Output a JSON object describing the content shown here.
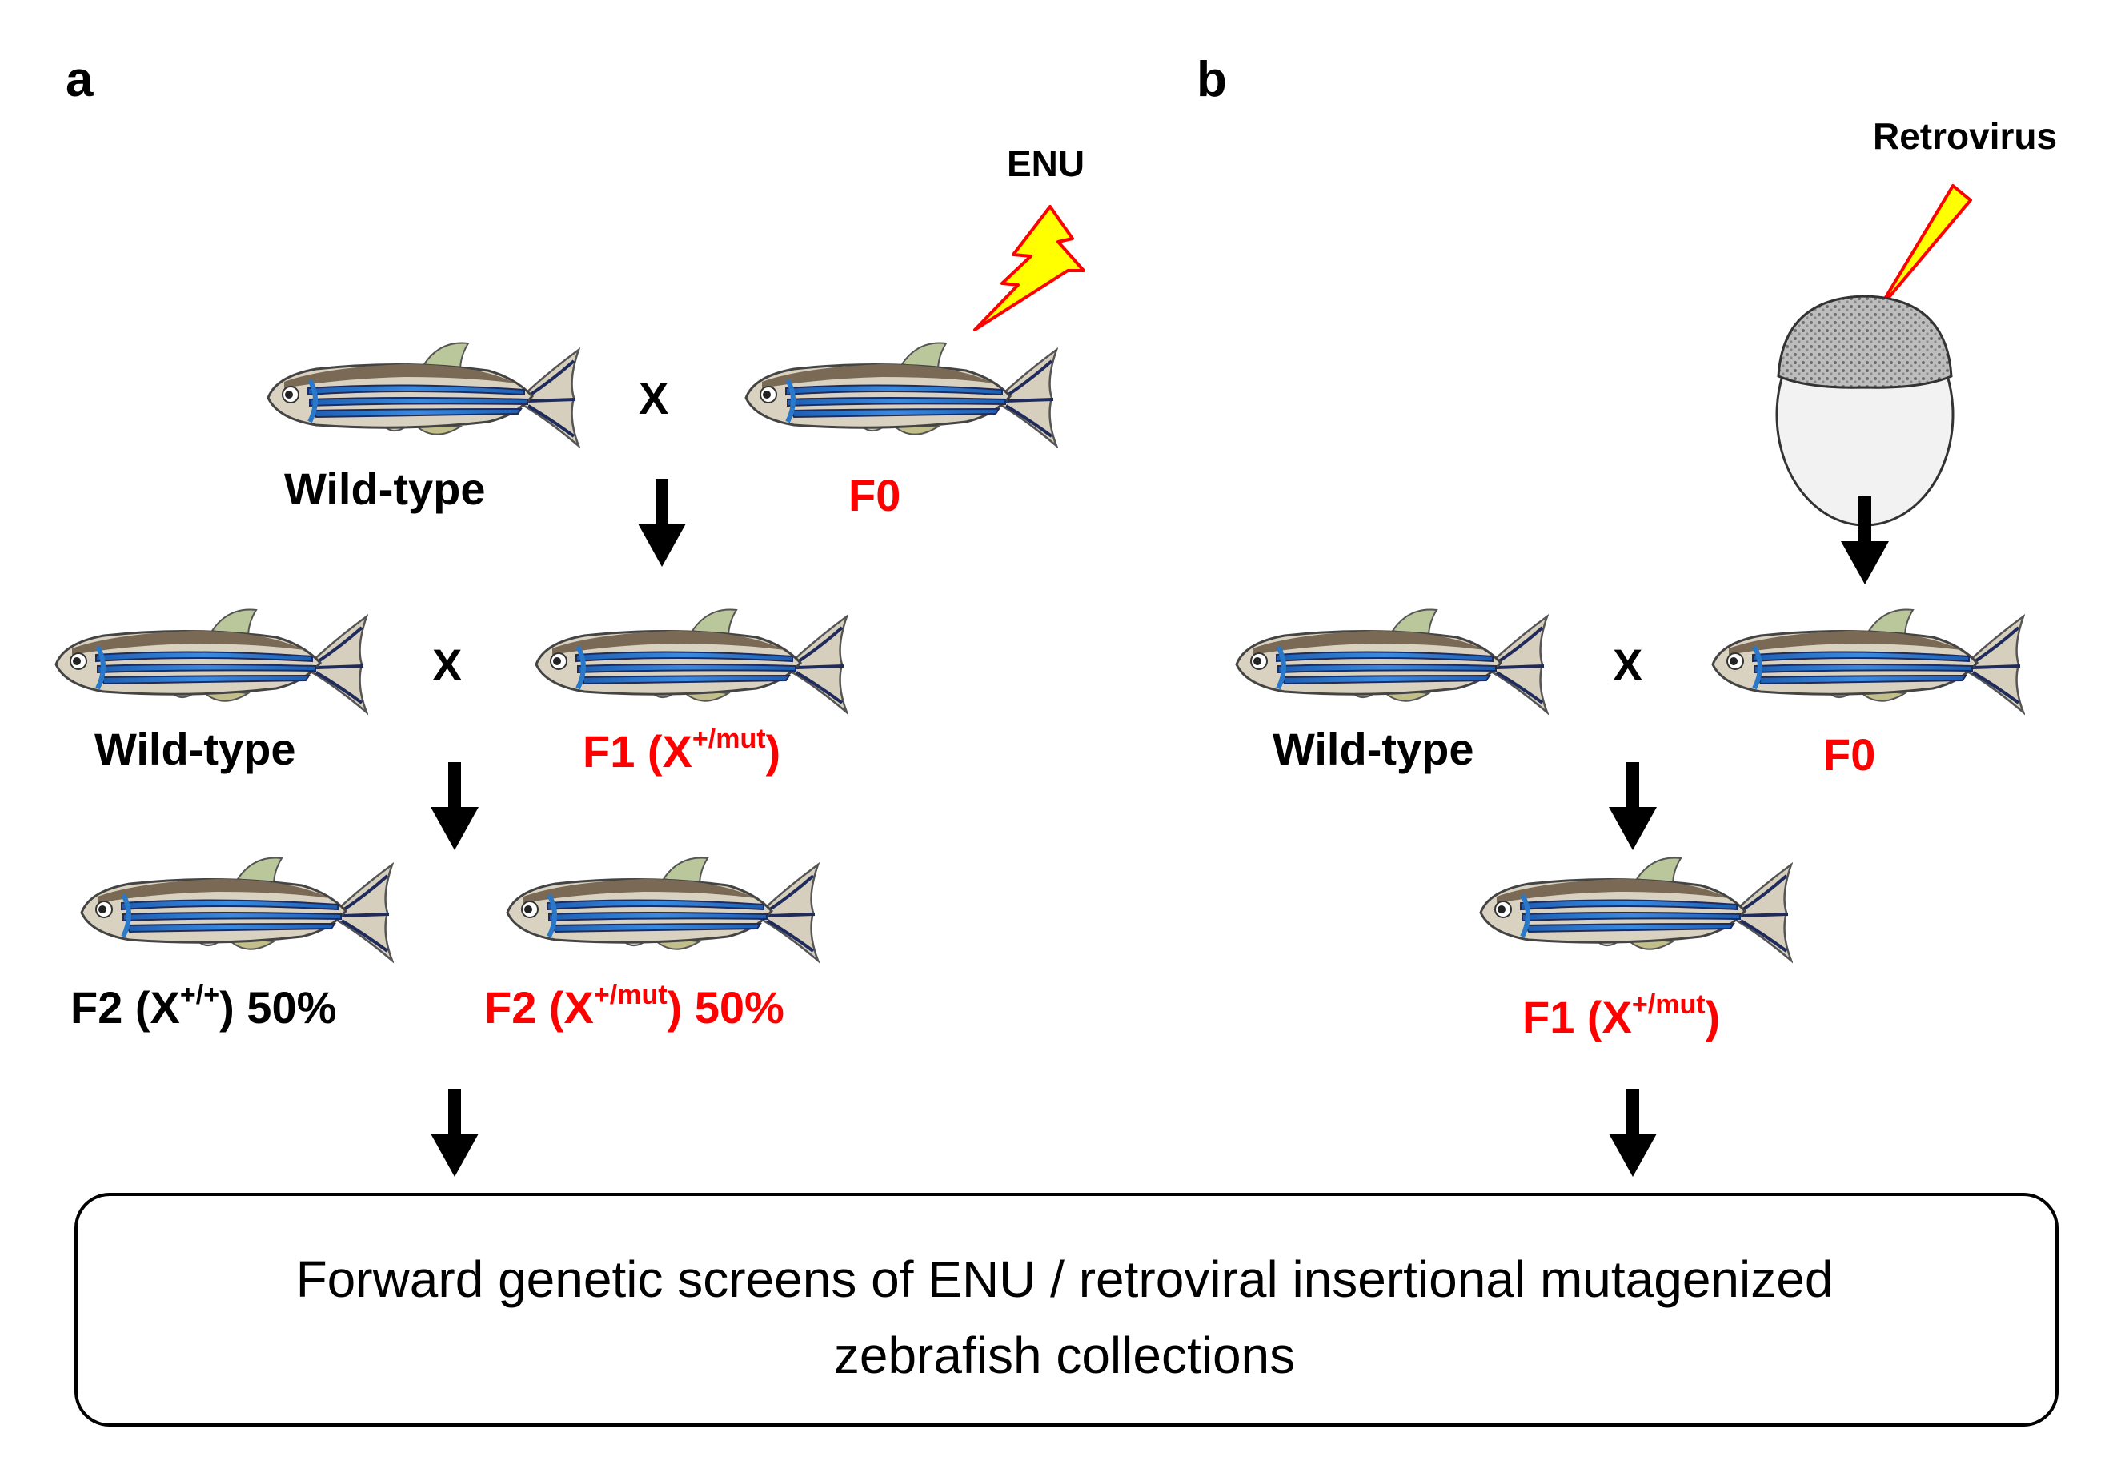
{
  "panel_a": {
    "label": "a",
    "mutagen_label": "ENU",
    "cross_symbol": "X",
    "parent_wt_label": "Wild-type",
    "parent_f0_label": "F0",
    "f1_cross_wt_label": "Wild-type",
    "f1_label": {
      "prefix": "F1 (X",
      "sup": "+/mut",
      "suffix": ")"
    },
    "f2_wt_label": {
      "prefix": "F2 (X",
      "sup": "+/+",
      "suffix": ") 50%"
    },
    "f2_mut_label": {
      "prefix": "F2 (X",
      "sup": "+/mut",
      "suffix": ") 50%"
    }
  },
  "panel_b": {
    "label": "b",
    "mutagen_label": "Retrovirus",
    "cross_symbol": "X",
    "wt_label": "Wild-type",
    "f0_label": "F0",
    "f1_label": {
      "prefix": "F1 (X",
      "sup": "+/mut",
      "suffix": ")"
    }
  },
  "result_box": {
    "line1": "Forward genetic screens of ENU / retroviral insertional mutagenized",
    "line2": "zebrafish collections"
  },
  "colors": {
    "mutant_text": "#ff0000",
    "text": "#000000",
    "lightning_fill": "#ffff00",
    "lightning_stroke": "#ff0000",
    "fish_stripe": "#2a78c9",
    "fish_body": "#d9d2c0"
  }
}
